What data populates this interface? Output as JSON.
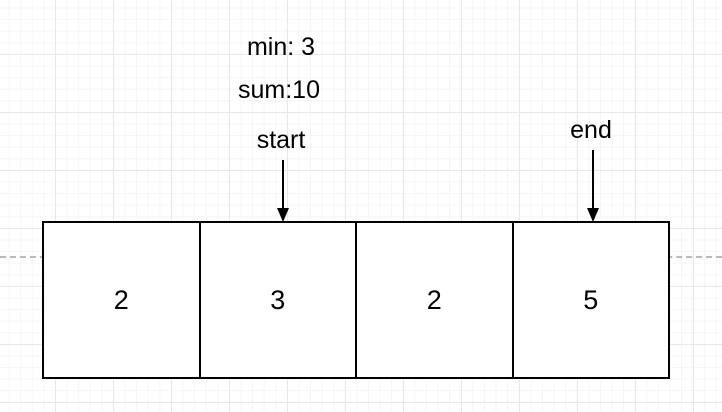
{
  "diagram": {
    "annotations": {
      "min": "min: 3",
      "sum": "sum:10"
    },
    "pointers": {
      "start": {
        "label": "start",
        "target_cell_index": 1
      },
      "end": {
        "label": "end",
        "target_cell_index": 3
      }
    },
    "cells": [
      "2",
      "3",
      "2",
      "5"
    ],
    "colors": {
      "stroke": "#000000",
      "cell_fill": "#ffffff",
      "dashed_line": "#b9b9b9",
      "grid_minor": "#f5f5f5",
      "grid_major": "#e8e8e8",
      "background": "#ffffff"
    }
  }
}
